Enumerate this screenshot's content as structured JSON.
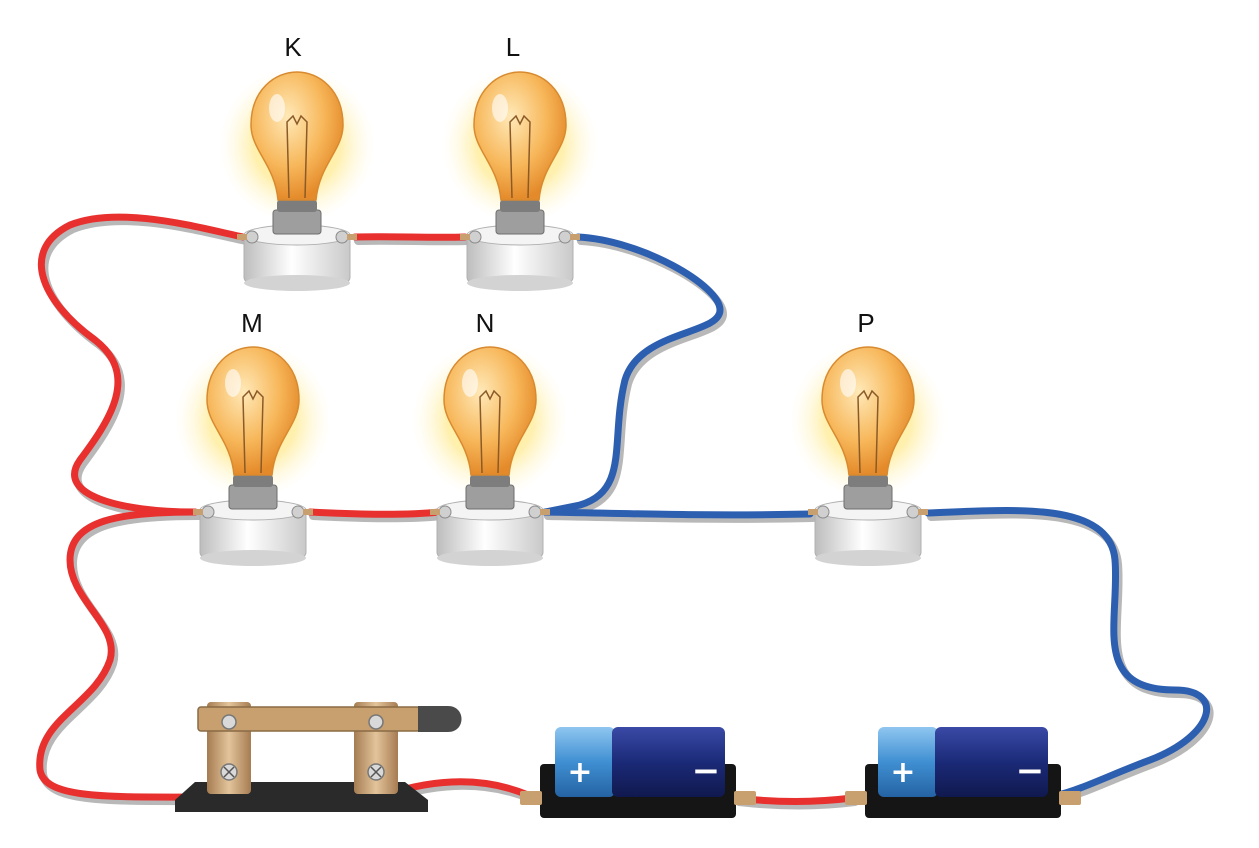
{
  "bulbs": [
    {
      "id": "K",
      "label": "K"
    },
    {
      "id": "L",
      "label": "L"
    },
    {
      "id": "M",
      "label": "M"
    },
    {
      "id": "N",
      "label": "N"
    },
    {
      "id": "P",
      "label": "P"
    }
  ],
  "batteries": [
    {
      "positive_symbol": "+",
      "negative_symbol": "−"
    },
    {
      "positive_symbol": "+",
      "negative_symbol": "−"
    }
  ],
  "colors": {
    "wire_red": "#e8312f",
    "wire_blue": "#2d5fb0",
    "wire_shadow": "#b8b8b8",
    "glow": "#ffe066",
    "glass": "#f6b453",
    "socket": "#e9e9e9",
    "battery_body": "#1b2a78",
    "battery_cap": "#3f8fd2",
    "switch_metal": "#c8a070",
    "switch_base": "#2a2a2a"
  }
}
